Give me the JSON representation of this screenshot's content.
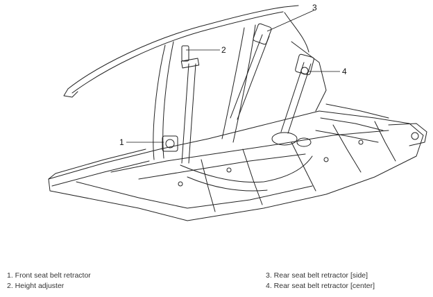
{
  "callouts": [
    "1",
    "2",
    "3",
    "4"
  ],
  "legend": {
    "left": [
      "1. Front seat belt retractor",
      "2. Height adjuster"
    ],
    "right": [
      "3. Rear seat belt retractor [side]",
      "4. Rear seat belt retractor [center]"
    ]
  }
}
